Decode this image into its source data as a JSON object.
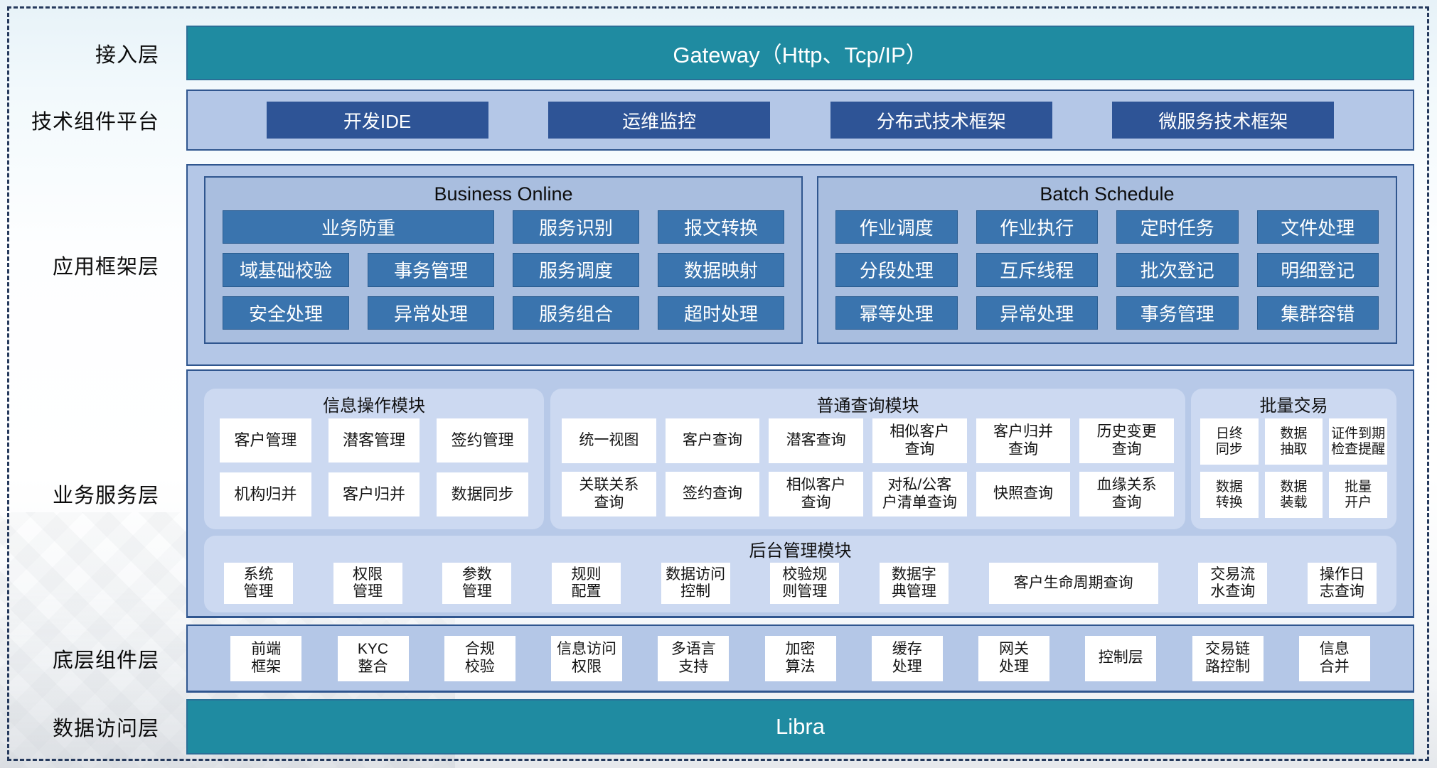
{
  "access_layer": {
    "label": "接入层",
    "gateway": "Gateway（Http、Tcp/IP）"
  },
  "tech_platform": {
    "label": "技术组件平台",
    "items": [
      "开发IDE",
      "运维监控",
      "分布式技术框架",
      "微服务技术框架"
    ]
  },
  "app_framework": {
    "label": "应用框架层",
    "business_online": {
      "title": "Business Online",
      "items": [
        {
          "label": "业务防重",
          "span": 2
        },
        "服务识别",
        "报文转换",
        "域基础校验",
        "事务管理",
        "服务调度",
        "数据映射",
        "安全处理",
        "异常处理",
        "服务组合",
        "超时处理"
      ]
    },
    "batch_schedule": {
      "title": "Batch Schedule",
      "items": [
        "作业调度",
        "作业执行",
        "定时任务",
        "文件处理",
        "分段处理",
        "互斥线程",
        "批次登记",
        "明细登记",
        "幂等处理",
        "异常处理",
        "事务管理",
        "集群容错"
      ]
    }
  },
  "business_service": {
    "label": "业务服务层",
    "info_module": {
      "title": "信息操作模块",
      "items": [
        "客户管理",
        "潜客管理",
        "签约管理",
        "机构归并",
        "客户归并",
        "数据同步"
      ]
    },
    "query_module": {
      "title": "普通查询模块",
      "items": [
        "统一视图",
        "客户查询",
        "潜客查询",
        "相似客户\n查询",
        "客户归并\n查询",
        "历史变更\n查询",
        "关联关系\n查询",
        "签约查询",
        "相似客户\n查询",
        "对私/公客\n户清单查询",
        "快照查询",
        "血缘关系\n查询"
      ]
    },
    "batch_trade": {
      "title": "批量交易",
      "items": [
        "日终\n同步",
        "数据\n抽取",
        "证件到期\n检查提醒",
        "数据\n转换",
        "数据\n装载",
        "批量\n开户"
      ]
    },
    "admin_module": {
      "title": "后台管理模块",
      "items": [
        "系统\n管理",
        "权限\n管理",
        "参数\n管理",
        "规则\n配置",
        "数据访问\n控制",
        "校验规\n则管理",
        "数据字\n典管理",
        {
          "label": "客户生命周期查询",
          "wide": true
        },
        "交易流\n水查询",
        "操作日\n志查询"
      ]
    }
  },
  "base_components": {
    "label": "底层组件层",
    "items": [
      "前端\n框架",
      "KYC\n整合",
      "合规\n校验",
      "信息访问\n权限",
      "多语言\n支持",
      "加密\n算法",
      "缓存\n处理",
      "网关\n处理",
      "控制层",
      "交易链\n路控制",
      "信息\n合并"
    ]
  },
  "data_access": {
    "label": "数据访问层",
    "bar": "Libra"
  },
  "colors": {
    "teal": "#1F8BA1",
    "dark_blue": "#2E5496",
    "mid_blue": "#3A74AE",
    "container_blue": "#B4C7E7",
    "panel_blue": "#A9BEDF",
    "rounded_panel": "#CCD9F1",
    "border_navy": "#30568F"
  }
}
